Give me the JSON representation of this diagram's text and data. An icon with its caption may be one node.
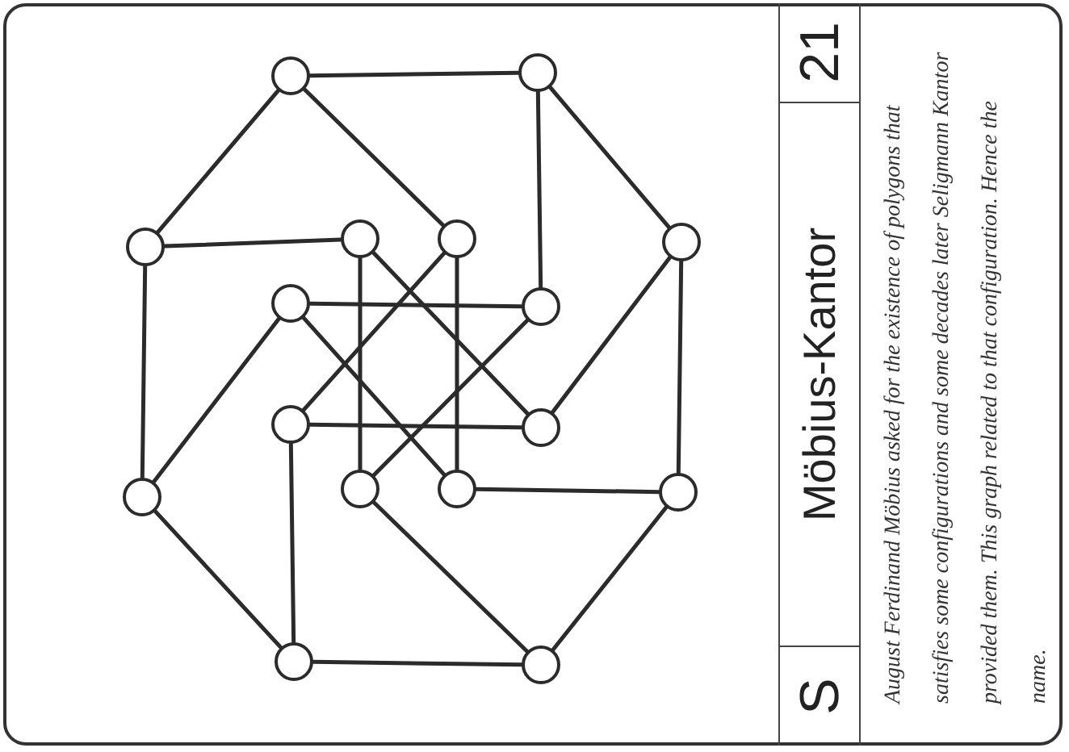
{
  "diagram": {
    "title": "Möbius-Kantor",
    "nodes": [
      {
        "text": [],
        "shape": "circle"
      },
      {
        "text": [],
        "shape": "circle"
      },
      {
        "text": [],
        "shape": "circle"
      },
      {
        "text": [],
        "shape": "circle"
      },
      {
        "text": [],
        "shape": "circle"
      },
      {
        "text": [],
        "shape": "circle"
      },
      {
        "text": [],
        "shape": "circle"
      },
      {
        "text": [],
        "shape": "circle"
      },
      {
        "text": [],
        "shape": "circle"
      },
      {
        "text": [],
        "shape": "circle"
      },
      {
        "text": [],
        "shape": "circle"
      },
      {
        "text": [],
        "shape": "circle"
      },
      {
        "text": [],
        "shape": "circle"
      },
      {
        "text": [],
        "shape": "circle"
      },
      {
        "text": [],
        "shape": "circle"
      },
      {
        "text": [],
        "shape": "circle"
      }
    ],
    "edges": [
      {
        "from": 0,
        "to": 1,
        "arrow": "none"
      },
      {
        "from": 1,
        "to": 5,
        "arrow": "none"
      },
      {
        "from": 5,
        "to": 13,
        "arrow": "none"
      },
      {
        "from": 13,
        "to": 15,
        "arrow": "none"
      },
      {
        "from": 15,
        "to": 14,
        "arrow": "none"
      },
      {
        "from": 14,
        "to": 10,
        "arrow": "none"
      },
      {
        "from": 10,
        "to": 2,
        "arrow": "none"
      },
      {
        "from": 2,
        "to": 0,
        "arrow": "none"
      },
      {
        "from": 0,
        "to": 4,
        "arrow": "none"
      },
      {
        "from": 1,
        "to": 7,
        "arrow": "none"
      },
      {
        "from": 5,
        "to": 9,
        "arrow": "none"
      },
      {
        "from": 13,
        "to": 12,
        "arrow": "none"
      },
      {
        "from": 15,
        "to": 11,
        "arrow": "none"
      },
      {
        "from": 14,
        "to": 8,
        "arrow": "none"
      },
      {
        "from": 10,
        "to": 6,
        "arrow": "none"
      },
      {
        "from": 2,
        "to": 3,
        "arrow": "none"
      },
      {
        "from": 3,
        "to": 11,
        "arrow": "none"
      },
      {
        "from": 4,
        "to": 12,
        "arrow": "none"
      },
      {
        "from": 6,
        "to": 7,
        "arrow": "none"
      },
      {
        "from": 8,
        "to": 9,
        "arrow": "none"
      },
      {
        "from": 3,
        "to": 9,
        "arrow": "none"
      },
      {
        "from": 4,
        "to": 8,
        "arrow": "none"
      },
      {
        "from": 6,
        "to": 12,
        "arrow": "none"
      },
      {
        "from": 7,
        "to": 11,
        "arrow": "none"
      }
    ],
    "labels": [
      "S",
      "21",
      "August Ferdinand Möbius asked for the existence of polygons that satisfies some configurations and some decades later Seligmann Kantor provided them. This graph related to that configuration. Hence the name."
    ]
  }
}
